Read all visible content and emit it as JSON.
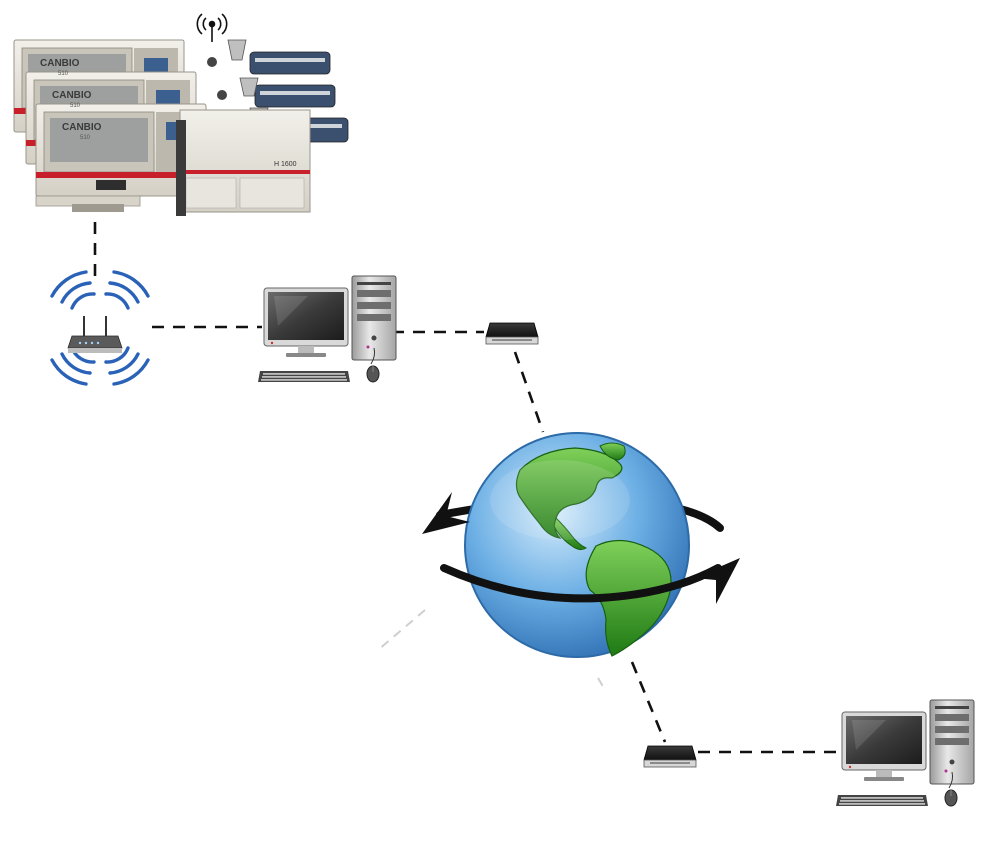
{
  "machines": {
    "brand": "CANBIO",
    "model_code": "510",
    "unit_label": "H 1600",
    "colors": {
      "body": "#e6e3dc",
      "stripe": "#c8202a",
      "dark": "#2e2e2e",
      "blue": "#3b5f8f"
    }
  },
  "nodes": [
    {
      "id": "injection-machines",
      "kind": "industrial-machine",
      "icon": "injection-molding-machine-icon"
    },
    {
      "id": "wireless-access-point",
      "kind": "wireless-router",
      "icon": "wifi-router-icon"
    },
    {
      "id": "local-workstation",
      "kind": "desktop-computer",
      "icon": "desktop-computer-icon"
    },
    {
      "id": "local-modem",
      "kind": "modem",
      "icon": "modem-icon"
    },
    {
      "id": "internet-globe",
      "kind": "internet",
      "icon": "globe-icon"
    },
    {
      "id": "remote-modem",
      "kind": "modem",
      "icon": "modem-icon"
    },
    {
      "id": "remote-workstation",
      "kind": "desktop-computer",
      "icon": "desktop-computer-icon"
    }
  ],
  "links": [
    {
      "from": "injection-machines",
      "to": "wireless-access-point",
      "style": "dashed"
    },
    {
      "from": "wireless-access-point",
      "to": "local-workstation",
      "style": "dashed"
    },
    {
      "from": "local-workstation",
      "to": "local-modem",
      "style": "dashed"
    },
    {
      "from": "local-modem",
      "to": "internet-globe",
      "style": "dashed"
    },
    {
      "from": "internet-globe",
      "to": "remote-modem",
      "style": "dashed"
    },
    {
      "from": "remote-modem",
      "to": "remote-workstation",
      "style": "dashed"
    }
  ],
  "colors": {
    "link": "#111111",
    "wifi_waves": "#2a62b8",
    "globe_ocean": "#5b9fd8",
    "globe_land": "#2e8b1e",
    "monitor_screen": "#3a3a3a",
    "tower": "#cfcfcf"
  }
}
